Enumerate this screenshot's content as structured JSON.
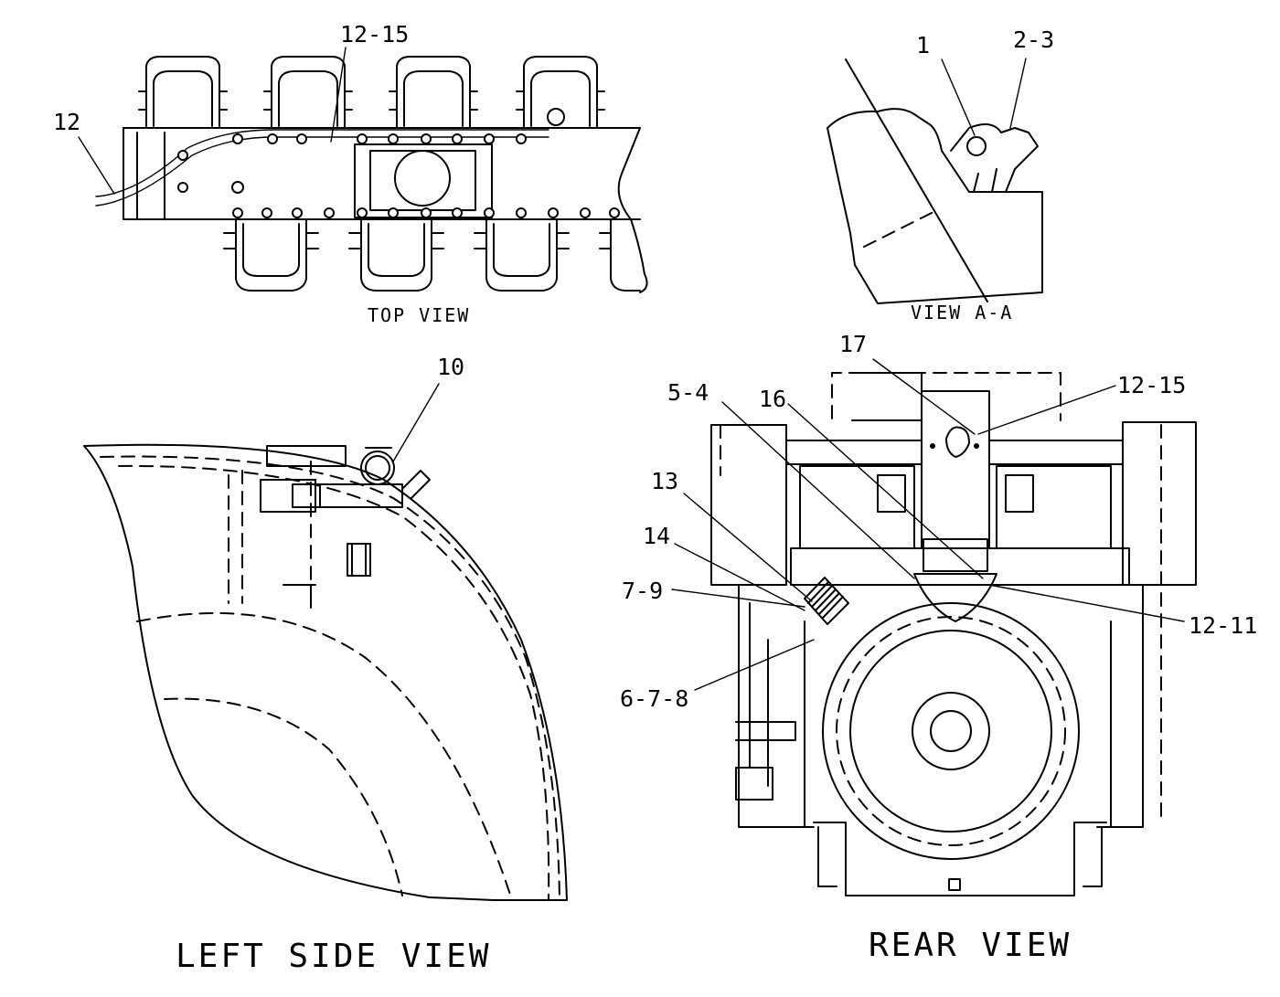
{
  "views": {
    "top": "TOP VIEW",
    "view_aa": "VIEW A-A",
    "left_side": "LEFT SIDE VIEW",
    "rear": "REAR VIEW"
  },
  "callouts": {
    "top_12": "12",
    "top_12_15": "12-15",
    "aa_1": "1",
    "aa_2_3": "2-3",
    "left_10": "10",
    "rear_17": "17",
    "rear_12_15": "12-15",
    "rear_5_4": "5-4",
    "rear_16": "16",
    "rear_13": "13",
    "rear_14": "14",
    "rear_7_9": "7-9",
    "rear_12_11": "12-11",
    "rear_6_7_8": "6-7-8"
  }
}
